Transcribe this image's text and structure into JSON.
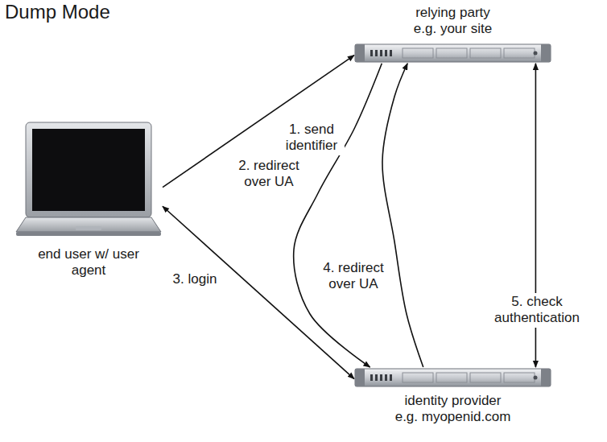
{
  "diagram": {
    "title": "Dump Mode",
    "nodes": [
      {
        "text": [
          "end user w/ user agent"
        ]
      },
      {
        "text": [
          "relying party",
          "e.g. your site"
        ]
      },
      {
        "text": [
          "identity provider",
          "e.g. myopenid.com"
        ]
      }
    ],
    "edges": [
      {
        "from": 0,
        "to": 1,
        "arrow": "to",
        "label": "1. send identifier"
      },
      {
        "from": 1,
        "to": 2,
        "arrow": "to",
        "label": "2. redirect over UA"
      },
      {
        "from": 0,
        "to": 2,
        "arrow": "both",
        "label": "3. login"
      },
      {
        "from": 2,
        "to": 1,
        "arrow": "to",
        "label": "4. redirect over UA"
      },
      {
        "from": 1,
        "to": 2,
        "arrow": "both",
        "label": "5. check authentication"
      }
    ]
  }
}
